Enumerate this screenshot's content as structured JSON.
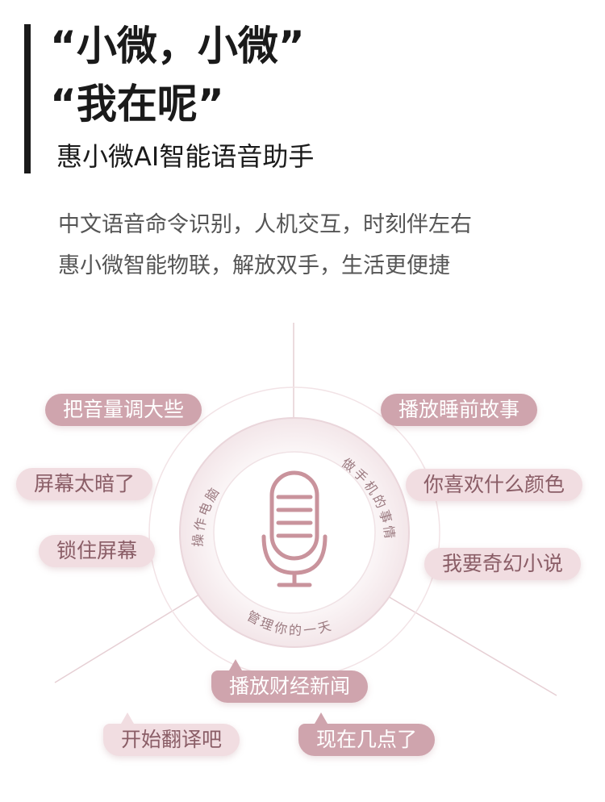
{
  "header": {
    "line1": "“小微，小微”",
    "line2": "“我在呢”",
    "subtitle": "惠小微AI智能语音助手"
  },
  "description": {
    "line1": "中文语音命令识别，人机交互，时刻伴左右",
    "line2": "惠小微智能物联，解放双手，生活更便捷"
  },
  "center": {
    "icon": "microphone-icon",
    "arc_left": "操作电脑",
    "arc_right": "做手机的事情",
    "arc_bottom": "管理你的一天"
  },
  "commands": {
    "volume_up": "把音量调大些",
    "screen_dark": "屏幕太暗了",
    "lock_screen": "锁住屏幕",
    "bedtime_story": "播放睡前故事",
    "favorite_color": "你喜欢什么颜色",
    "fantasy_novel": "我要奇幻小说",
    "finance_news": "播放财经新闻",
    "start_translate": "开始翻译吧",
    "what_time": "现在几点了"
  },
  "colors": {
    "bubble_dark": "#cfa4ad",
    "bubble_light": "#f1dde1",
    "ring": "#ead6db",
    "mic": "#c9939c"
  }
}
